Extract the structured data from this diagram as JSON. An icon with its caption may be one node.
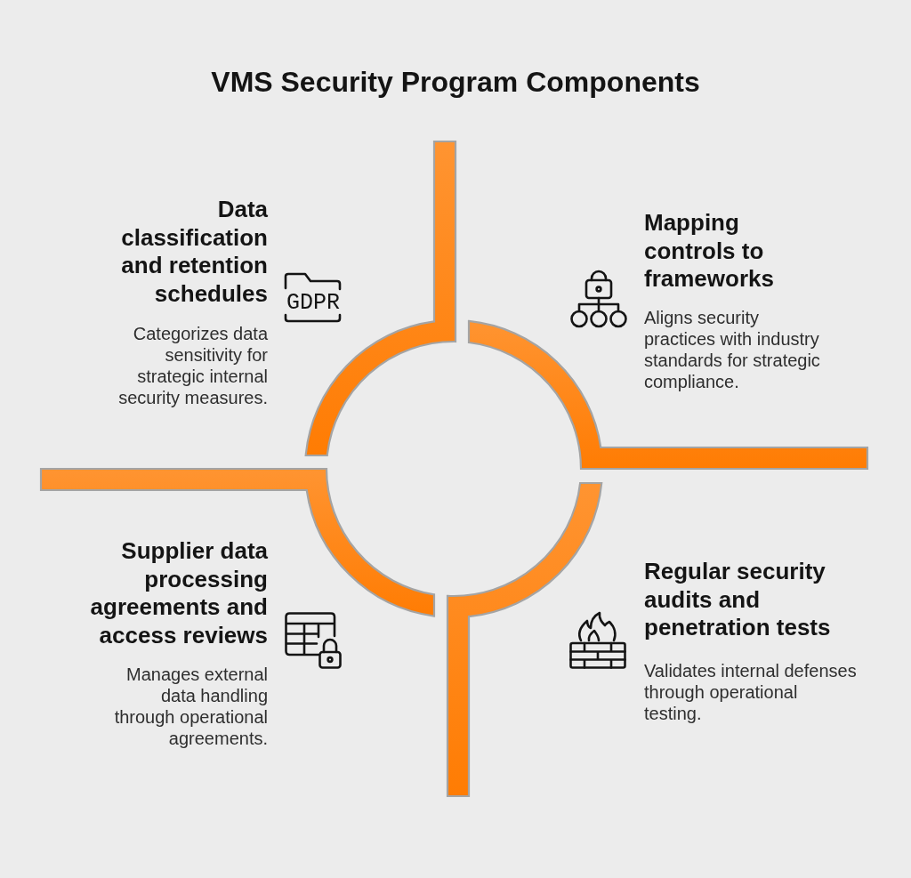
{
  "diagram": {
    "title": "VMS Security Program Components",
    "nodes": [
      {
        "text": [
          "Data classification and retention schedules",
          "Categorizes data sensitivity for strategic internal security measures."
        ]
      },
      {
        "text": [
          "Mapping controls to frameworks",
          "Aligns security practices with industry standards for strategic compliance."
        ]
      },
      {
        "text": [
          "Supplier data processing agreements and access reviews",
          "Manages external data handling through operational agreements."
        ]
      },
      {
        "text": [
          "Regular security audits and penetration tests",
          "Validates internal defenses through operational testing."
        ]
      }
    ],
    "labels": [
      "GDPR"
    ]
  }
}
